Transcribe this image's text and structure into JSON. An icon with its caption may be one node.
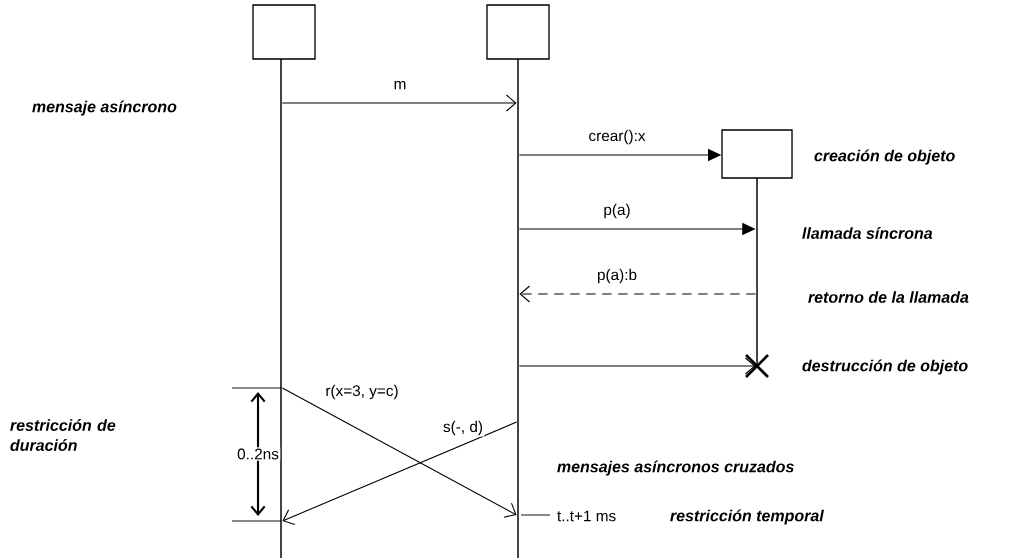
{
  "diagram": {
    "nodes": [
      {
        "text": [],
        "shape": "box"
      },
      {
        "text": [],
        "shape": "box"
      },
      {
        "text": [],
        "shape": "box"
      },
      {
        "text": [],
        "shape": "bar"
      },
      {
        "text": [],
        "shape": "bar"
      },
      {
        "text": [],
        "shape": "bar"
      }
    ],
    "edges": [
      {
        "from": 3,
        "to": 4,
        "arrow": "to",
        "label": "m"
      },
      {
        "from": 4,
        "to": 2,
        "arrow": "to",
        "label": "crear():x"
      },
      {
        "from": 4,
        "to": 5,
        "arrow": "to",
        "label": "p(a)"
      },
      {
        "from": 5,
        "to": 4,
        "arrow": "to",
        "label": "p(a):b",
        "style": "dashed"
      },
      {
        "from": 4,
        "to": 5,
        "arrow": "to"
      },
      {
        "from": 3,
        "to": 4,
        "arrow": "to",
        "label": "r(x=3, y=c)"
      },
      {
        "from": 4,
        "to": 3,
        "arrow": "to",
        "label": "s(-, d)"
      }
    ],
    "labels": [
      "mensaje asíncrono",
      "creación de objeto",
      "llamada síncrona",
      "retorno de la llamada",
      "destrucción de objeto",
      "restricción de duración",
      "0..2ns",
      "mensajes asíncronos cruzados",
      "t..t+1 ms",
      "restricción temporal"
    ]
  }
}
